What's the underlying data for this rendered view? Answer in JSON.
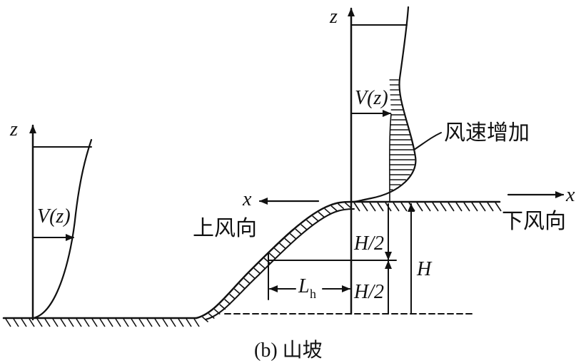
{
  "labels": {
    "z_left": "z",
    "v_left": "V(z)",
    "z_right": "z",
    "v_right": "V(z)",
    "speedup": "风速增加",
    "x_left": "x",
    "upwind": "上风向",
    "x_right": "x",
    "downwind": "下风向",
    "h_half_top": "H/2",
    "h_half_bottom": "H/2",
    "h_full": "H",
    "lh_main": "L",
    "lh_sub": "h",
    "caption": "(b) 山坡"
  }
}
